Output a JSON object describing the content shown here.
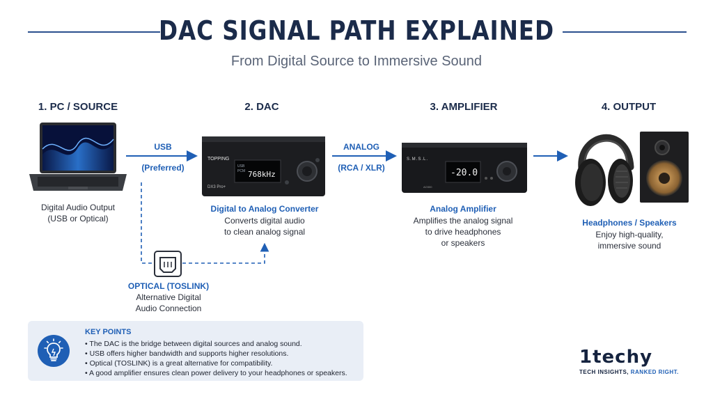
{
  "title": "DAC SIGNAL PATH EXPLAINED",
  "subtitle": "From Digital Source to Immersive Sound",
  "stages": [
    {
      "title": "1. PC / SOURCE",
      "subtitle": "",
      "desc": [
        "Digital Audio Output",
        "(USB or Optical)"
      ]
    },
    {
      "title": "2. DAC",
      "subtitle": "Digital to Analog Converter",
      "desc": [
        "Converts digital audio",
        "to clean analog signal"
      ],
      "device_brand": "TOPPING",
      "device_model": "DX3 Pro+",
      "display_value": "768kHz",
      "display_small": "USB",
      "display_small2": "PCM"
    },
    {
      "title": "3. AMPLIFIER",
      "subtitle": "Analog Amplifier",
      "desc": [
        "Amplifies the analog signal",
        "to drive headphones",
        "or speakers"
      ],
      "device_brand": "S.M.S.L.",
      "device_model": "AO300",
      "display_value": "-20.0"
    },
    {
      "title": "4. OUTPUT",
      "subtitle": "Headphones / Speakers",
      "desc": [
        "Enjoy high-quality,",
        "immersive sound"
      ]
    }
  ],
  "connectors": {
    "usb": {
      "label": "USB",
      "note": "(Preferred)"
    },
    "analog": {
      "label": "ANALOG",
      "note": "(RCA / XLR)"
    },
    "optical": {
      "label": "OPTICAL (TOSLINK)",
      "desc": [
        "Alternative Digital",
        "Audio Connection"
      ]
    }
  },
  "key_points": {
    "title": "KEY POINTS",
    "items": [
      "The DAC is the bridge between digital sources and analog sound.",
      "USB offers higher bandwidth and supports higher resolutions.",
      "Optical (TOSLINK) is a great alternative for compatibility.",
      "A good amplifier ensures clean power delivery to your headphones or speakers."
    ]
  },
  "brand": {
    "name": "1techy",
    "tag_main": "TECH INSIGHTS, ",
    "tag_accent": "RANKED RIGHT."
  },
  "icons": [
    "laptop-icon",
    "dac-device-icon",
    "amplifier-device-icon",
    "headphones-icon",
    "speaker-icon",
    "toslink-port-icon",
    "lightbulb-icon"
  ],
  "colors": {
    "accent": "#1f5fb5",
    "heading": "#1b2b4a",
    "panel": "#e9eef6"
  }
}
